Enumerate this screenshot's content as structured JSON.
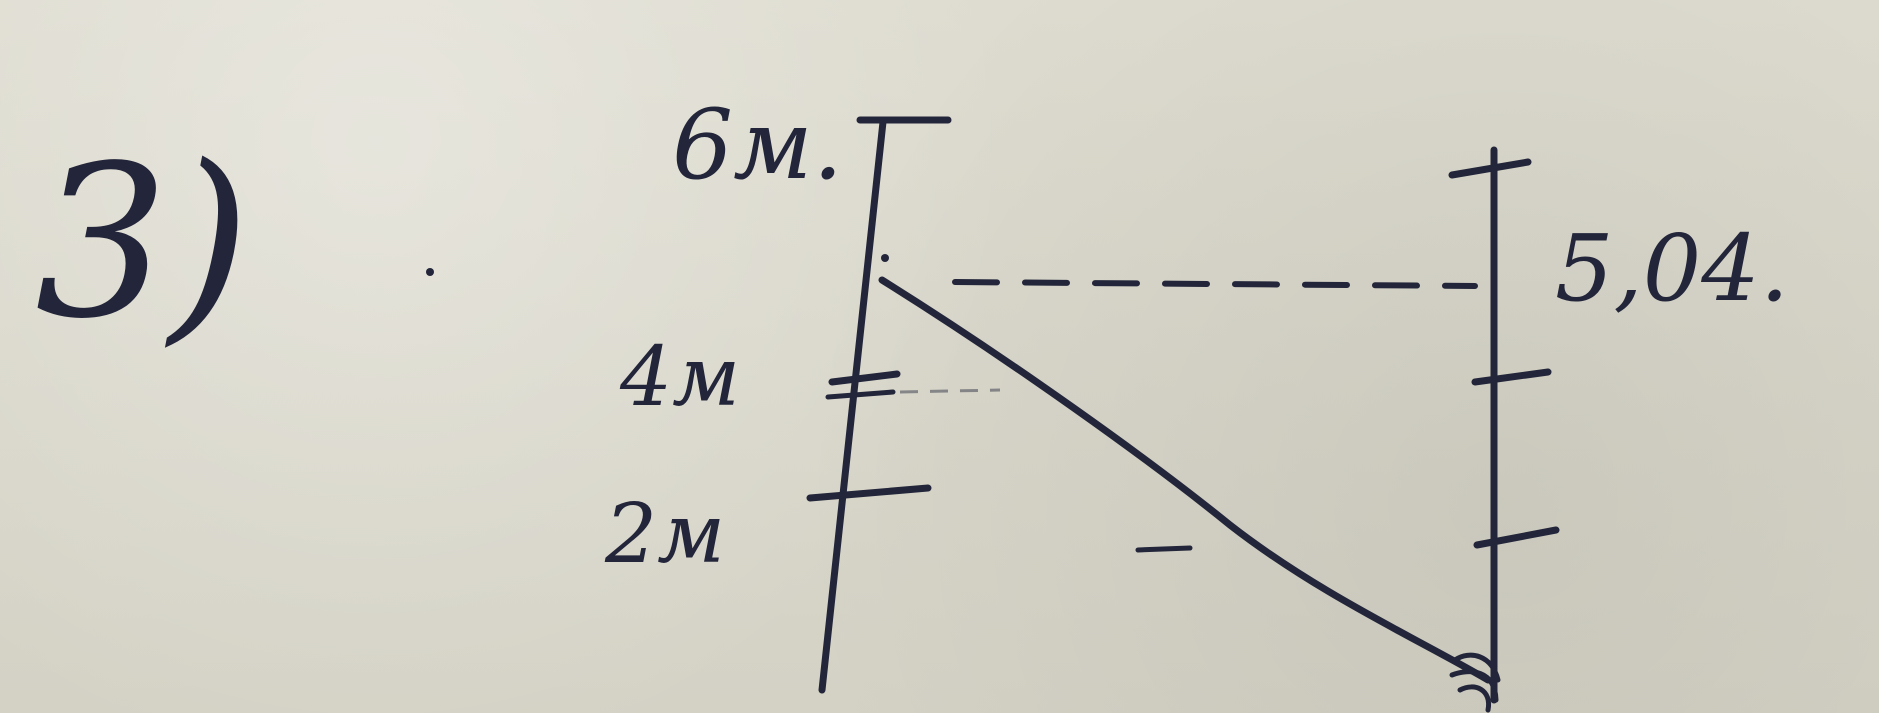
{
  "problem_number": "3)",
  "left_pole": {
    "label_top": "6м.",
    "label_mid": "4м",
    "label_low": "2м"
  },
  "right_pole": {
    "label_top": "5,04."
  },
  "colors": {
    "ink": "#23263a",
    "paper": "#d8d6c8"
  }
}
